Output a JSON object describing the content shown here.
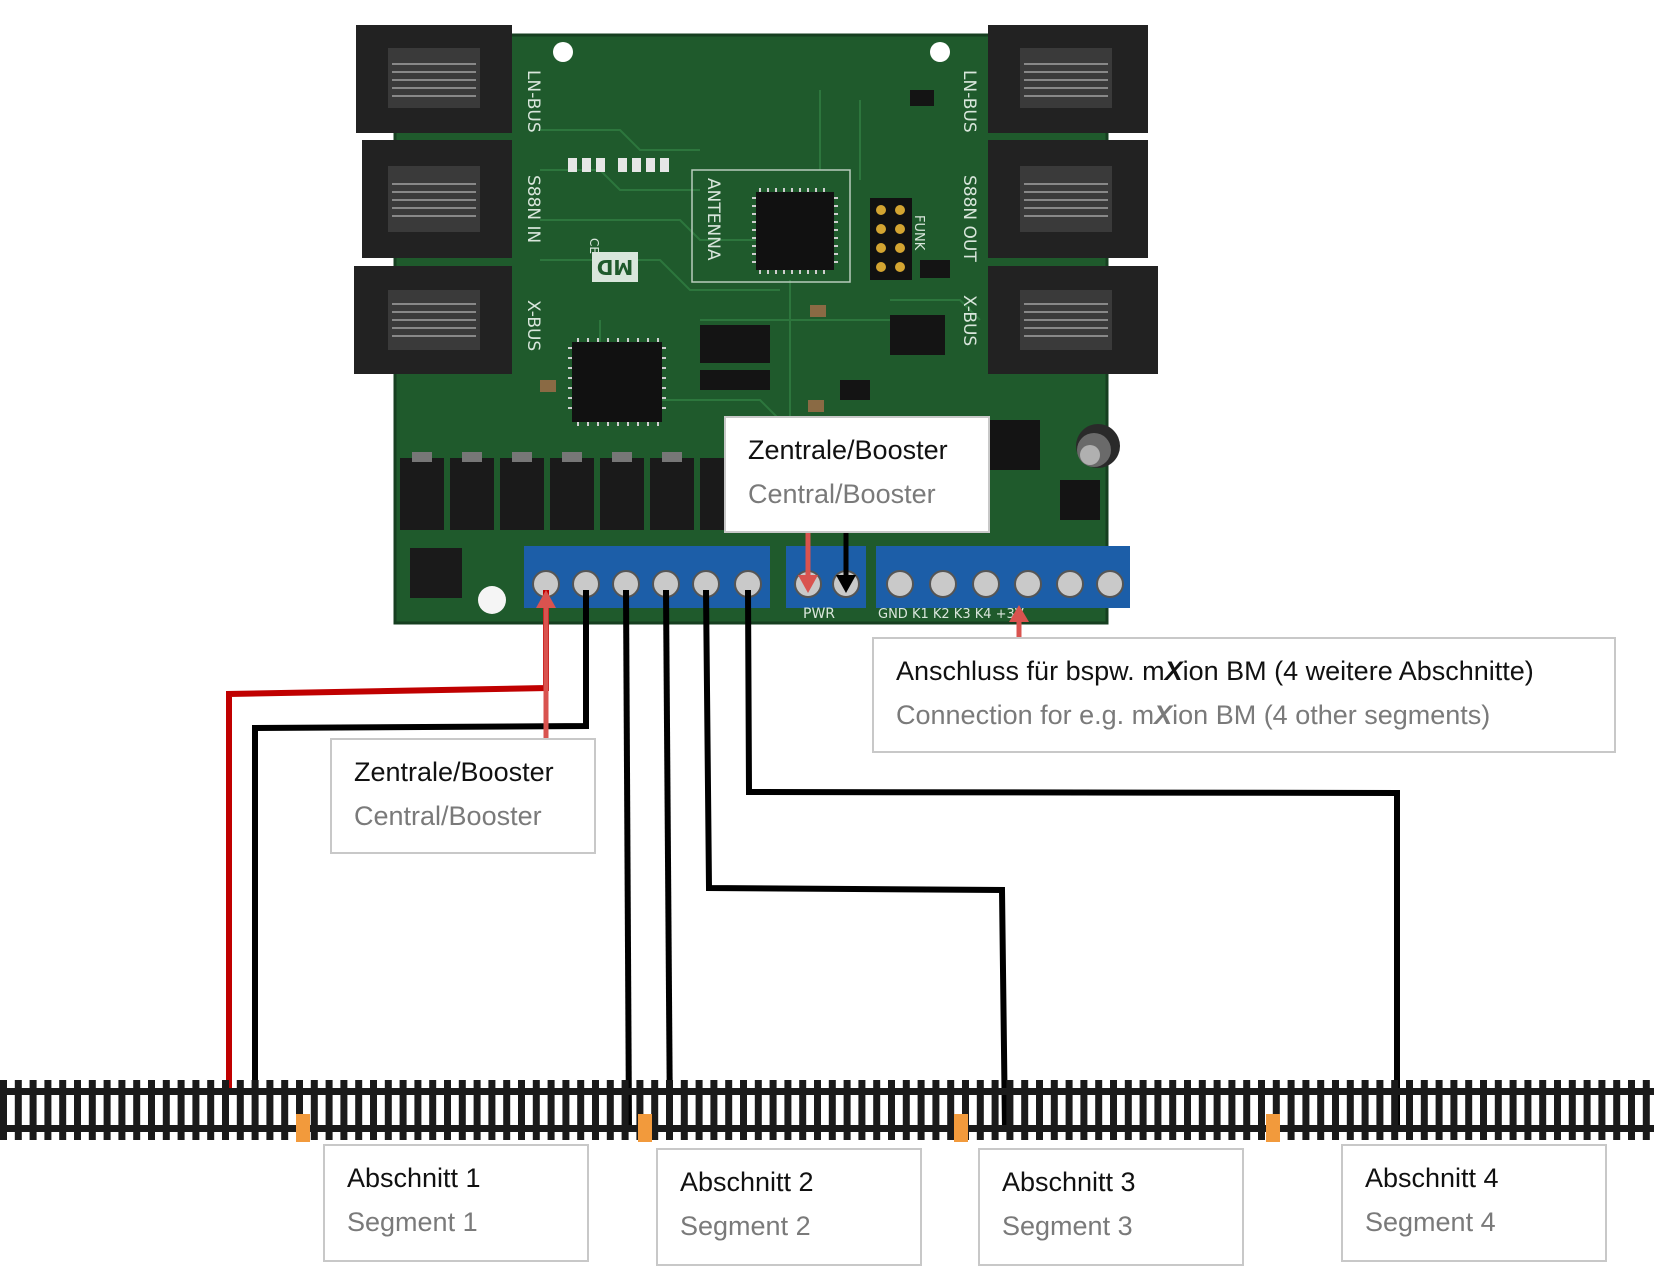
{
  "board": {
    "silk_ln_bus_left": "LN-BUS",
    "silk_ln_bus_right": "LN-BUS",
    "silk_s88n_in": "S88N IN",
    "silk_s88n_out": "S88N OUT",
    "silk_x_bus_left": "X-BUS",
    "silk_x_bus_right": "X-BUS",
    "silk_antenna": "ANTENNA",
    "silk_funk": "FUNK",
    "silk_logo": "MD",
    "silk_ce": "CE",
    "silk_pwr": "PWR",
    "silk_k_terminals": "GND K1 K2 K3 K4 +3V",
    "colors": {
      "pcb": "#1f5a2c",
      "terminal_block": "#1c5ea8",
      "connector": "#222222"
    }
  },
  "labels": {
    "top_power": {
      "de": "Zentrale/Booster",
      "en": "Central/Booster"
    },
    "left_power": {
      "de": "Zentrale/Booster",
      "en": "Central/Booster"
    },
    "connection": {
      "de_prefix": "Anschluss für bspw. m",
      "de_x": "X",
      "de_suffix": "ion BM (4 weitere Abschnitte)",
      "en_prefix": "Connection for e.g. m",
      "en_x": "X",
      "en_suffix": "ion BM (4 other segments)"
    },
    "segments": [
      {
        "de": "Abschnitt 1",
        "en": "Segment 1"
      },
      {
        "de": "Abschnitt 2",
        "en": "Segment 2"
      },
      {
        "de": "Abschnitt 3",
        "en": "Segment 3"
      },
      {
        "de": "Abschnitt 4",
        "en": "Segment 4"
      }
    ]
  },
  "colors": {
    "wire_red": "#c00000",
    "wire_black": "#000000",
    "arrow_red": "#d9534f",
    "gap_marker": "#f29a3c",
    "rail": "#1a1a1a"
  }
}
